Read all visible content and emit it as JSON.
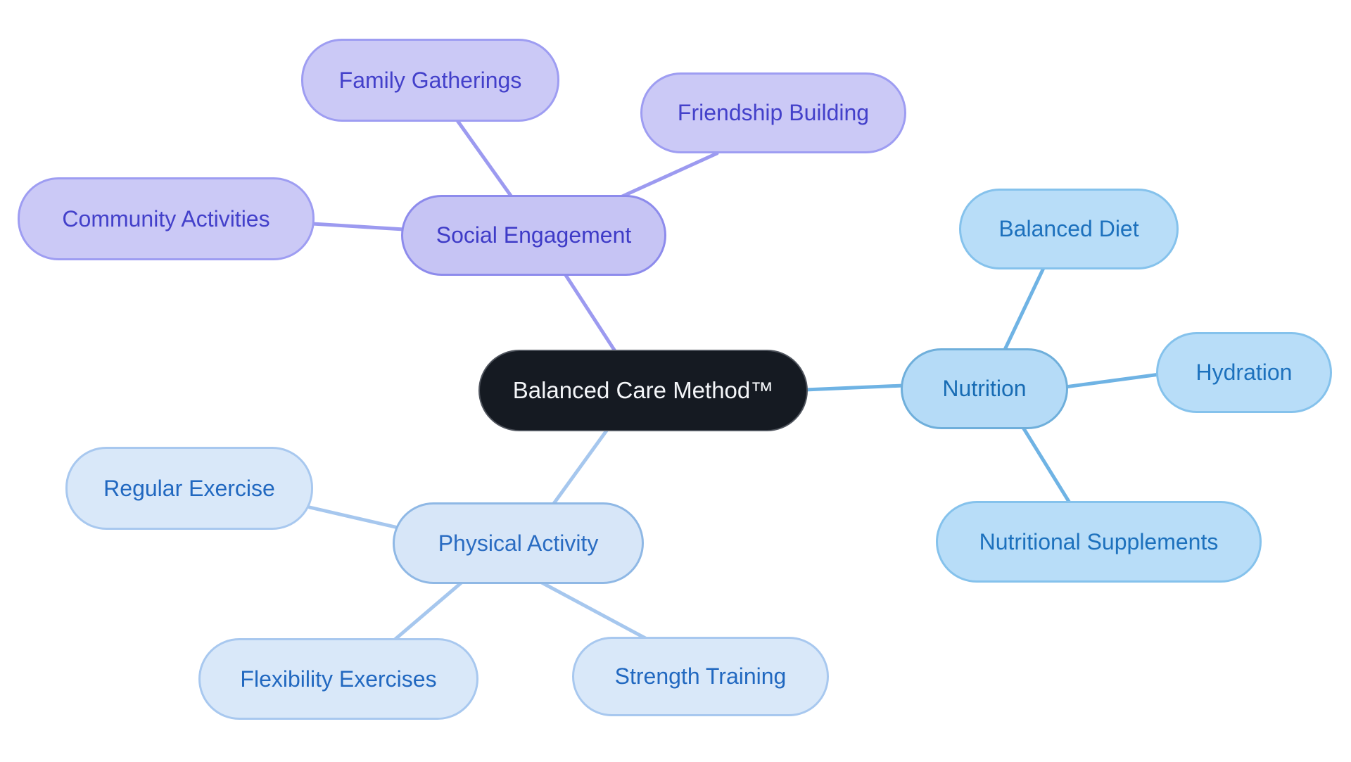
{
  "diagram": {
    "type": "mindmap",
    "background": "#ffffff"
  },
  "central": {
    "label": "Balanced Care Method™",
    "fill": "#151a22",
    "text_color": "#f4f6f9"
  },
  "branches": [
    {
      "label": "Social Engagement",
      "fill": "#c6c4f4",
      "border": "#8d8bec",
      "text_color": "#3e3bc7",
      "line_color": "#9c9af0",
      "children": [
        {
          "label": "Family Gatherings"
        },
        {
          "label": "Friendship Building"
        },
        {
          "label": "Community Activities"
        }
      ]
    },
    {
      "label": "Nutrition",
      "fill": "#b5dbf7",
      "border": "#6fafdb",
      "text_color": "#186cb4",
      "line_color": "#6fb3e4",
      "children": [
        {
          "label": "Balanced Diet"
        },
        {
          "label": "Hydration"
        },
        {
          "label": "Nutritional Supplements"
        }
      ]
    },
    {
      "label": "Physical Activity",
      "fill": "#d7e6f8",
      "border": "#8fb8e5",
      "text_color": "#2a6cc2",
      "line_color": "#a6c7ee",
      "children": [
        {
          "label": "Regular Exercise"
        },
        {
          "label": "Flexibility Exercises"
        },
        {
          "label": "Strength Training"
        }
      ]
    }
  ]
}
